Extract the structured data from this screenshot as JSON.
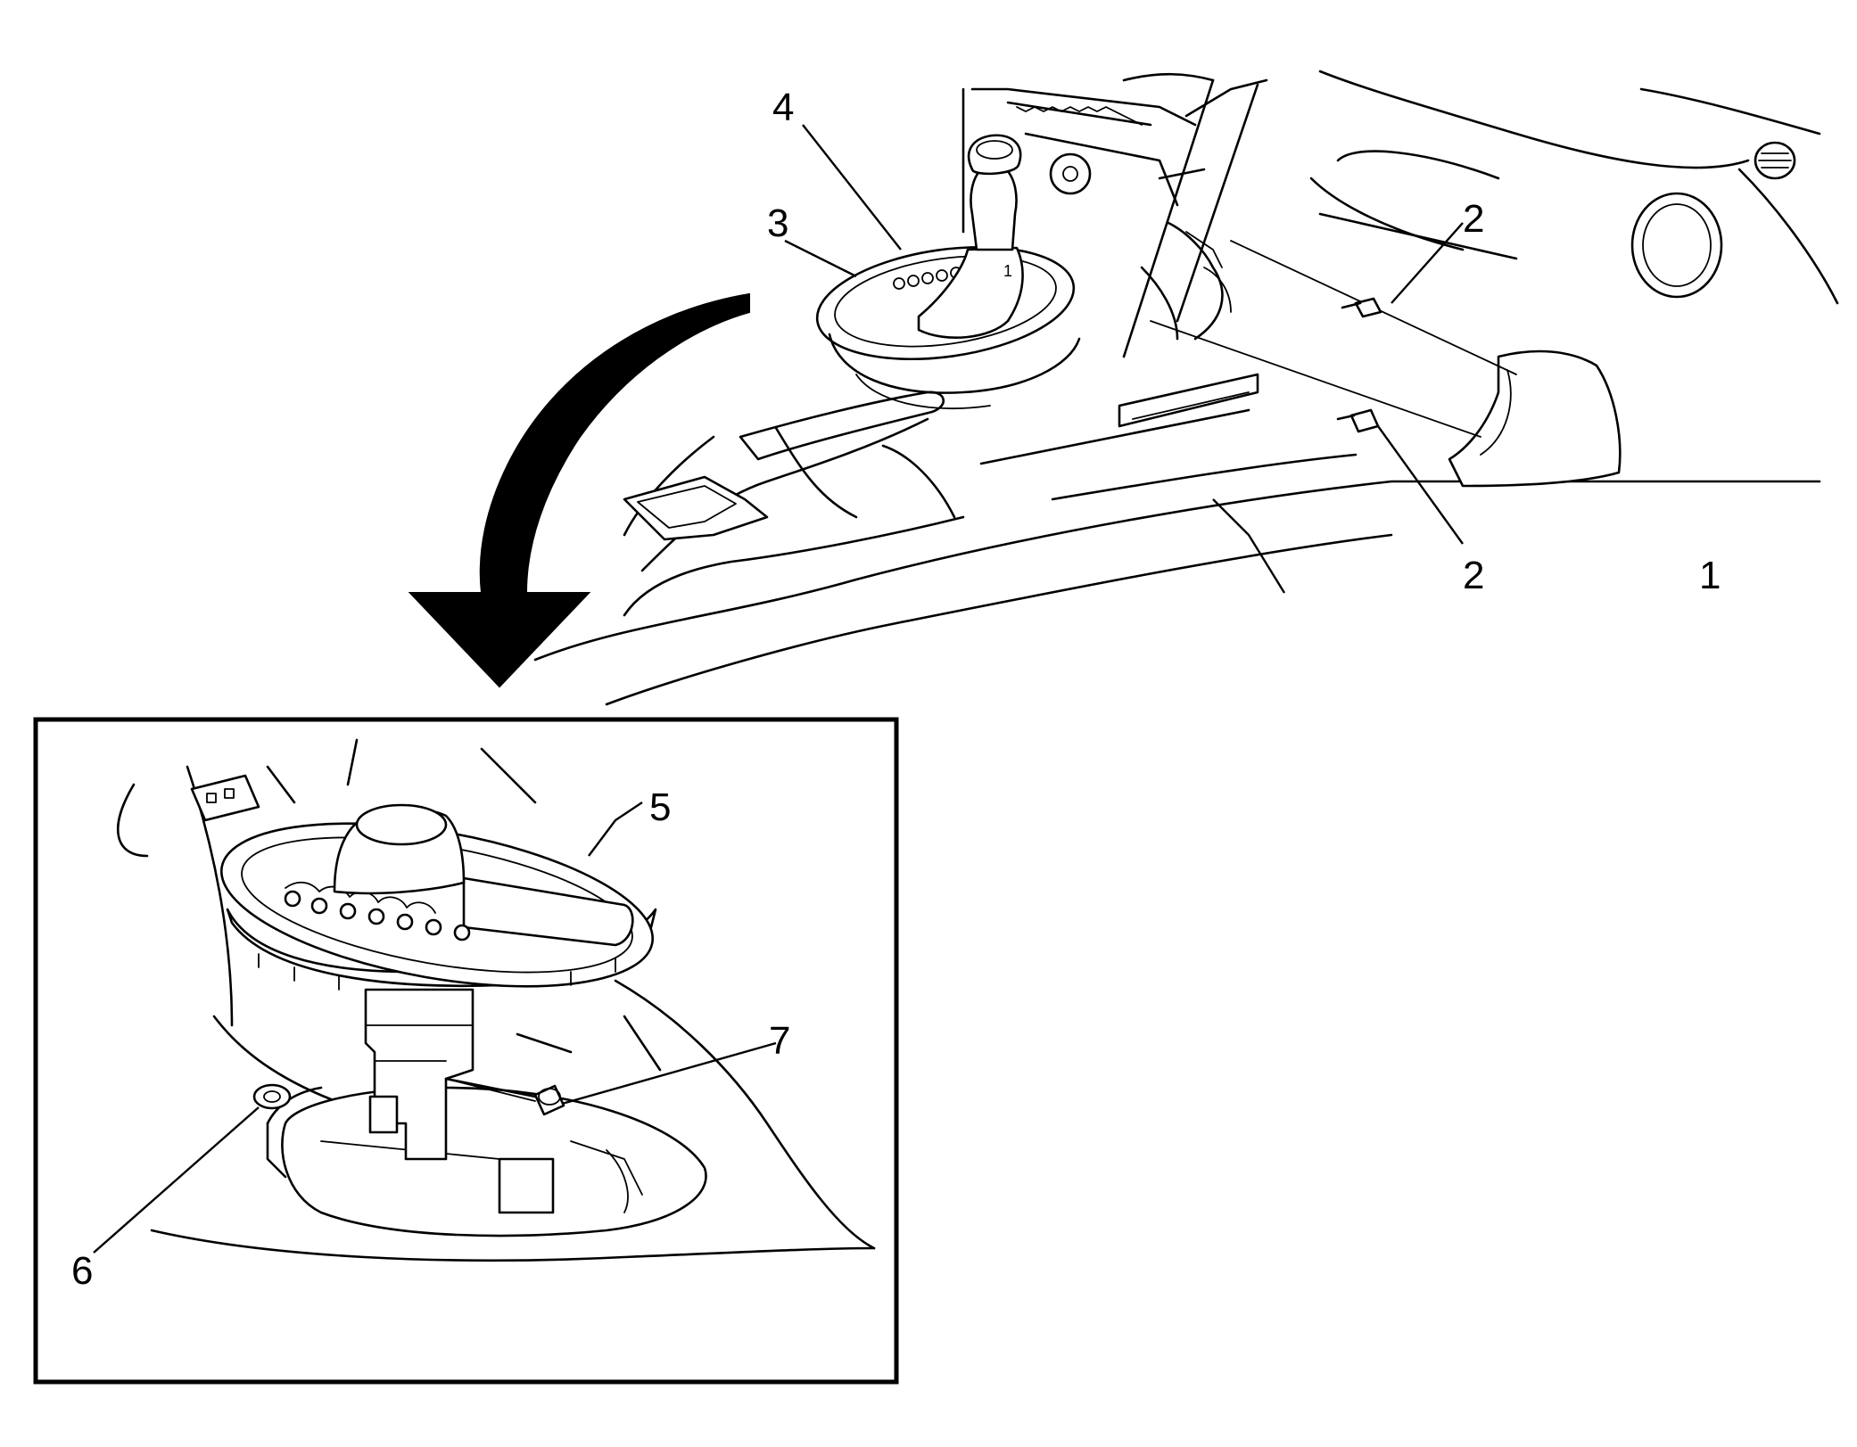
{
  "callouts": {
    "c1": "1",
    "c2a": "2",
    "c2b": "2",
    "c3": "3",
    "c4": "4",
    "c5": "5",
    "c6": "6",
    "c7": "7"
  },
  "shift_gate_letter": "1"
}
